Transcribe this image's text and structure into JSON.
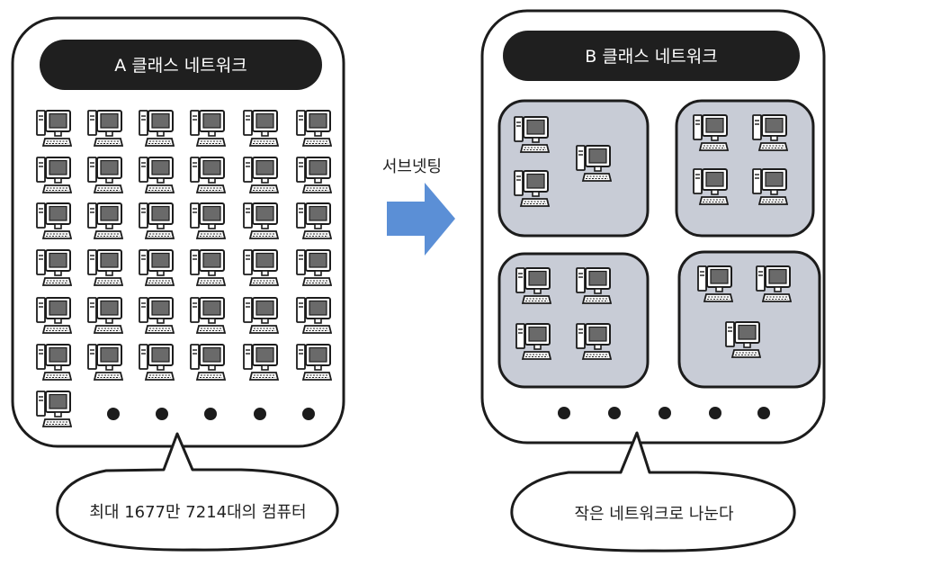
{
  "left_panel": {
    "title": "A 클래스 네트워크",
    "caption": "최대 1677만 7214대의 컴퓨터"
  },
  "right_panel": {
    "title": "B 클래스 네트워크",
    "caption": "작은 네트워크로 나눈다"
  },
  "arrow": {
    "label": "서브넷팅",
    "color": "#5b8fd6"
  },
  "colors": {
    "outline": "#1c1c1c",
    "title_bar": "#1f1f1f",
    "subnet_fill": "#c8ccd6",
    "screen": "#6a6a6a"
  },
  "icons": {
    "computer": "computer-icon",
    "ellipsis": "ellipsis-dot"
  },
  "counts": {
    "left_computers_visible": 37,
    "left_ellipsis_dots": 5,
    "subnets": 4,
    "subnet_computers": [
      3,
      4,
      4,
      3
    ],
    "right_ellipsis_dots": 5
  }
}
